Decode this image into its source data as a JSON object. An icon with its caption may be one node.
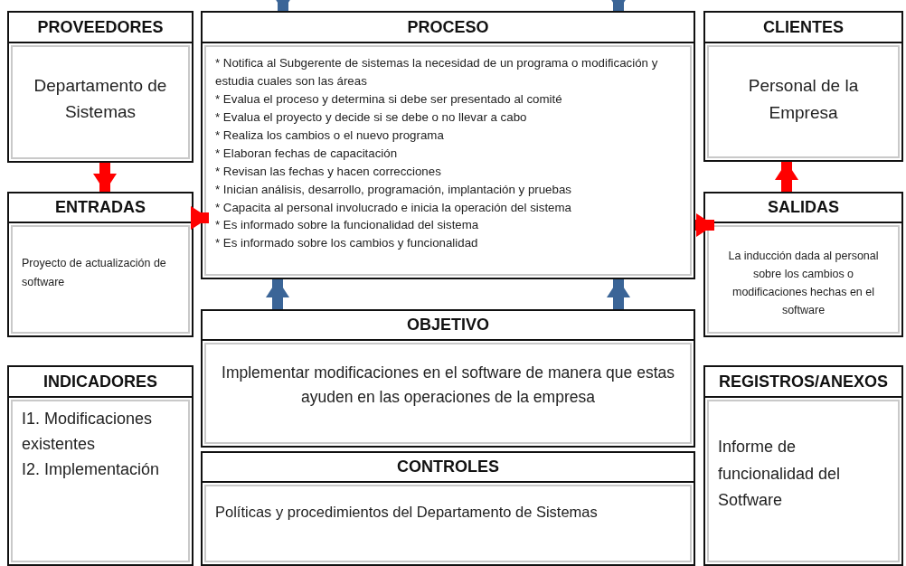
{
  "diagram": {
    "nodes": [
      {
        "text": [
          "PROVEEDORES",
          "Departamento de Sistemas"
        ]
      },
      {
        "text": [
          "PROCESO",
          "* Notifica al Subgerente de sistemas la necesidad de un programa o modificación y estudia cuales son las áreas",
          "* Evalua el proceso y determina si debe ser presentado al comité",
          "* Evalua el proyecto y decide si se debe o no llevar a cabo",
          "* Realiza los cambios o el nuevo programa",
          "* Elaboran fechas de capacitación",
          "* Revisan las fechas y hacen correcciones",
          "* Inician análisis, desarrollo, programación, implantación y pruebas",
          "* Capacita al personal involucrado e inicia la operación del sistema",
          "* Es informado sobre la funcionalidad del sistema",
          "* Es informado sobre los cambios y funcionalidad"
        ]
      },
      {
        "text": [
          "CLIENTES",
          "Personal de la Empresa"
        ]
      },
      {
        "text": [
          "ENTRADAS",
          "Proyecto de actualización de software"
        ]
      },
      {
        "text": [
          "SALIDAS",
          "La inducción dada al personal sobre los cambios o modificaciones hechas en el software"
        ]
      },
      {
        "text": [
          "OBJETIVO",
          "Implementar modificaciones en el software de manera que estas ayuden en las operaciones de la empresa"
        ]
      },
      {
        "text": [
          "INDICADORES",
          "I1. Modificaciones existentes",
          "I2. Implementación"
        ]
      },
      {
        "text": [
          "REGISTROS/ANEXOS",
          "Informe de funcionalidad del Sotfware"
        ]
      },
      {
        "text": [
          "CONTROLES",
          "Políticas y procedimientos del Departamento de Sistemas"
        ]
      }
    ],
    "edges": [
      {
        "from": null,
        "to": 1,
        "arrow": "to",
        "color": "#3b6597"
      },
      {
        "from": null,
        "to": 1,
        "arrow": "to",
        "color": "#3b6597"
      },
      {
        "from": 0,
        "to": 3,
        "arrow": "to",
        "color": "#ff0000"
      },
      {
        "from": 3,
        "to": 1,
        "arrow": "to",
        "color": "#ff0000"
      },
      {
        "from": 1,
        "to": 4,
        "arrow": "to",
        "color": "#ff0000"
      },
      {
        "from": 4,
        "to": 2,
        "arrow": "to",
        "color": "#ff0000"
      },
      {
        "from": 5,
        "to": 1,
        "arrow": "to",
        "color": "#3b6597"
      },
      {
        "from": 5,
        "to": 1,
        "arrow": "to",
        "color": "#3b6597"
      }
    ]
  }
}
